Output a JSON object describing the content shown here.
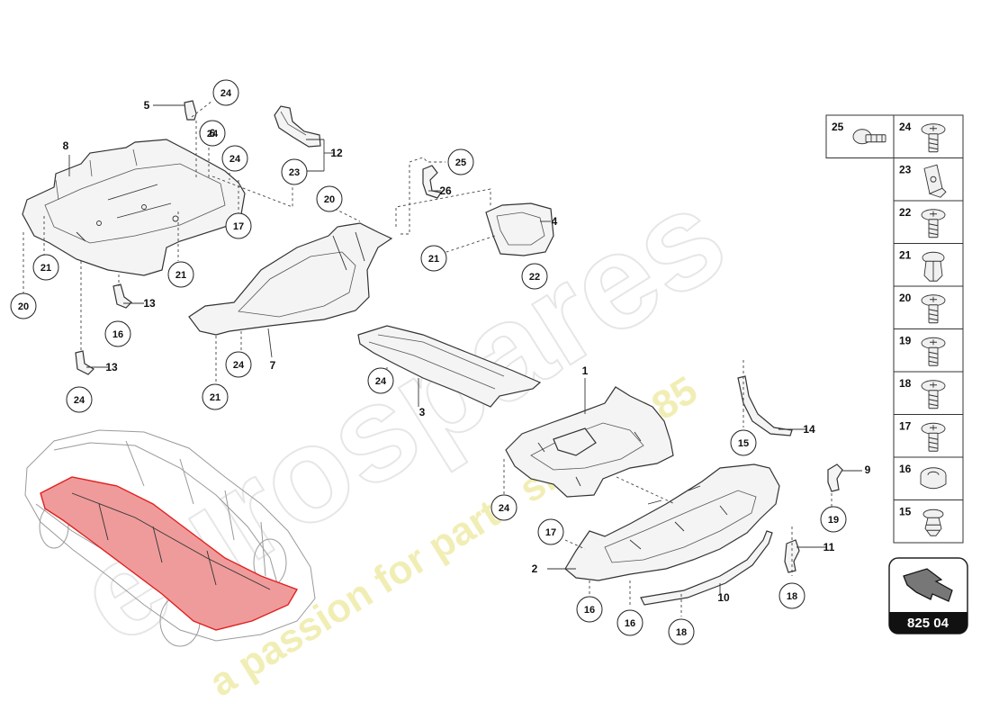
{
  "watermark": {
    "brand": "eurospares",
    "tagline": "a passion for parts since 1985"
  },
  "diagram_ref": "825 04",
  "callouts": [
    "24",
    "24",
    "24",
    "21",
    "21",
    "20",
    "23",
    "25",
    "20",
    "21",
    "22",
    "17",
    "16",
    "24",
    "24",
    "21",
    "24",
    "15",
    "19",
    "17",
    "16",
    "16",
    "18",
    "18",
    "24"
  ],
  "part_labels": [
    "5",
    "6",
    "8",
    "12",
    "26",
    "4",
    "13",
    "13",
    "7",
    "3",
    "1",
    "14",
    "9",
    "2",
    "10",
    "11"
  ],
  "fastener_table": [
    {
      "num": "25",
      "icon": "flange-bolt-icon"
    },
    {
      "num": "24",
      "icon": "torx-screw-icon"
    },
    {
      "num": "23",
      "icon": "speed-nut-icon"
    },
    {
      "num": "22",
      "icon": "torx-screw-icon"
    },
    {
      "num": "21",
      "icon": "expanding-rivet-icon"
    },
    {
      "num": "20",
      "icon": "torx-screw-icon"
    },
    {
      "num": "19",
      "icon": "torx-screw-icon"
    },
    {
      "num": "18",
      "icon": "torx-screw-icon"
    },
    {
      "num": "17",
      "icon": "torx-screw-icon"
    },
    {
      "num": "16",
      "icon": "washer-nut-icon"
    },
    {
      "num": "15",
      "icon": "push-clip-icon"
    }
  ]
}
